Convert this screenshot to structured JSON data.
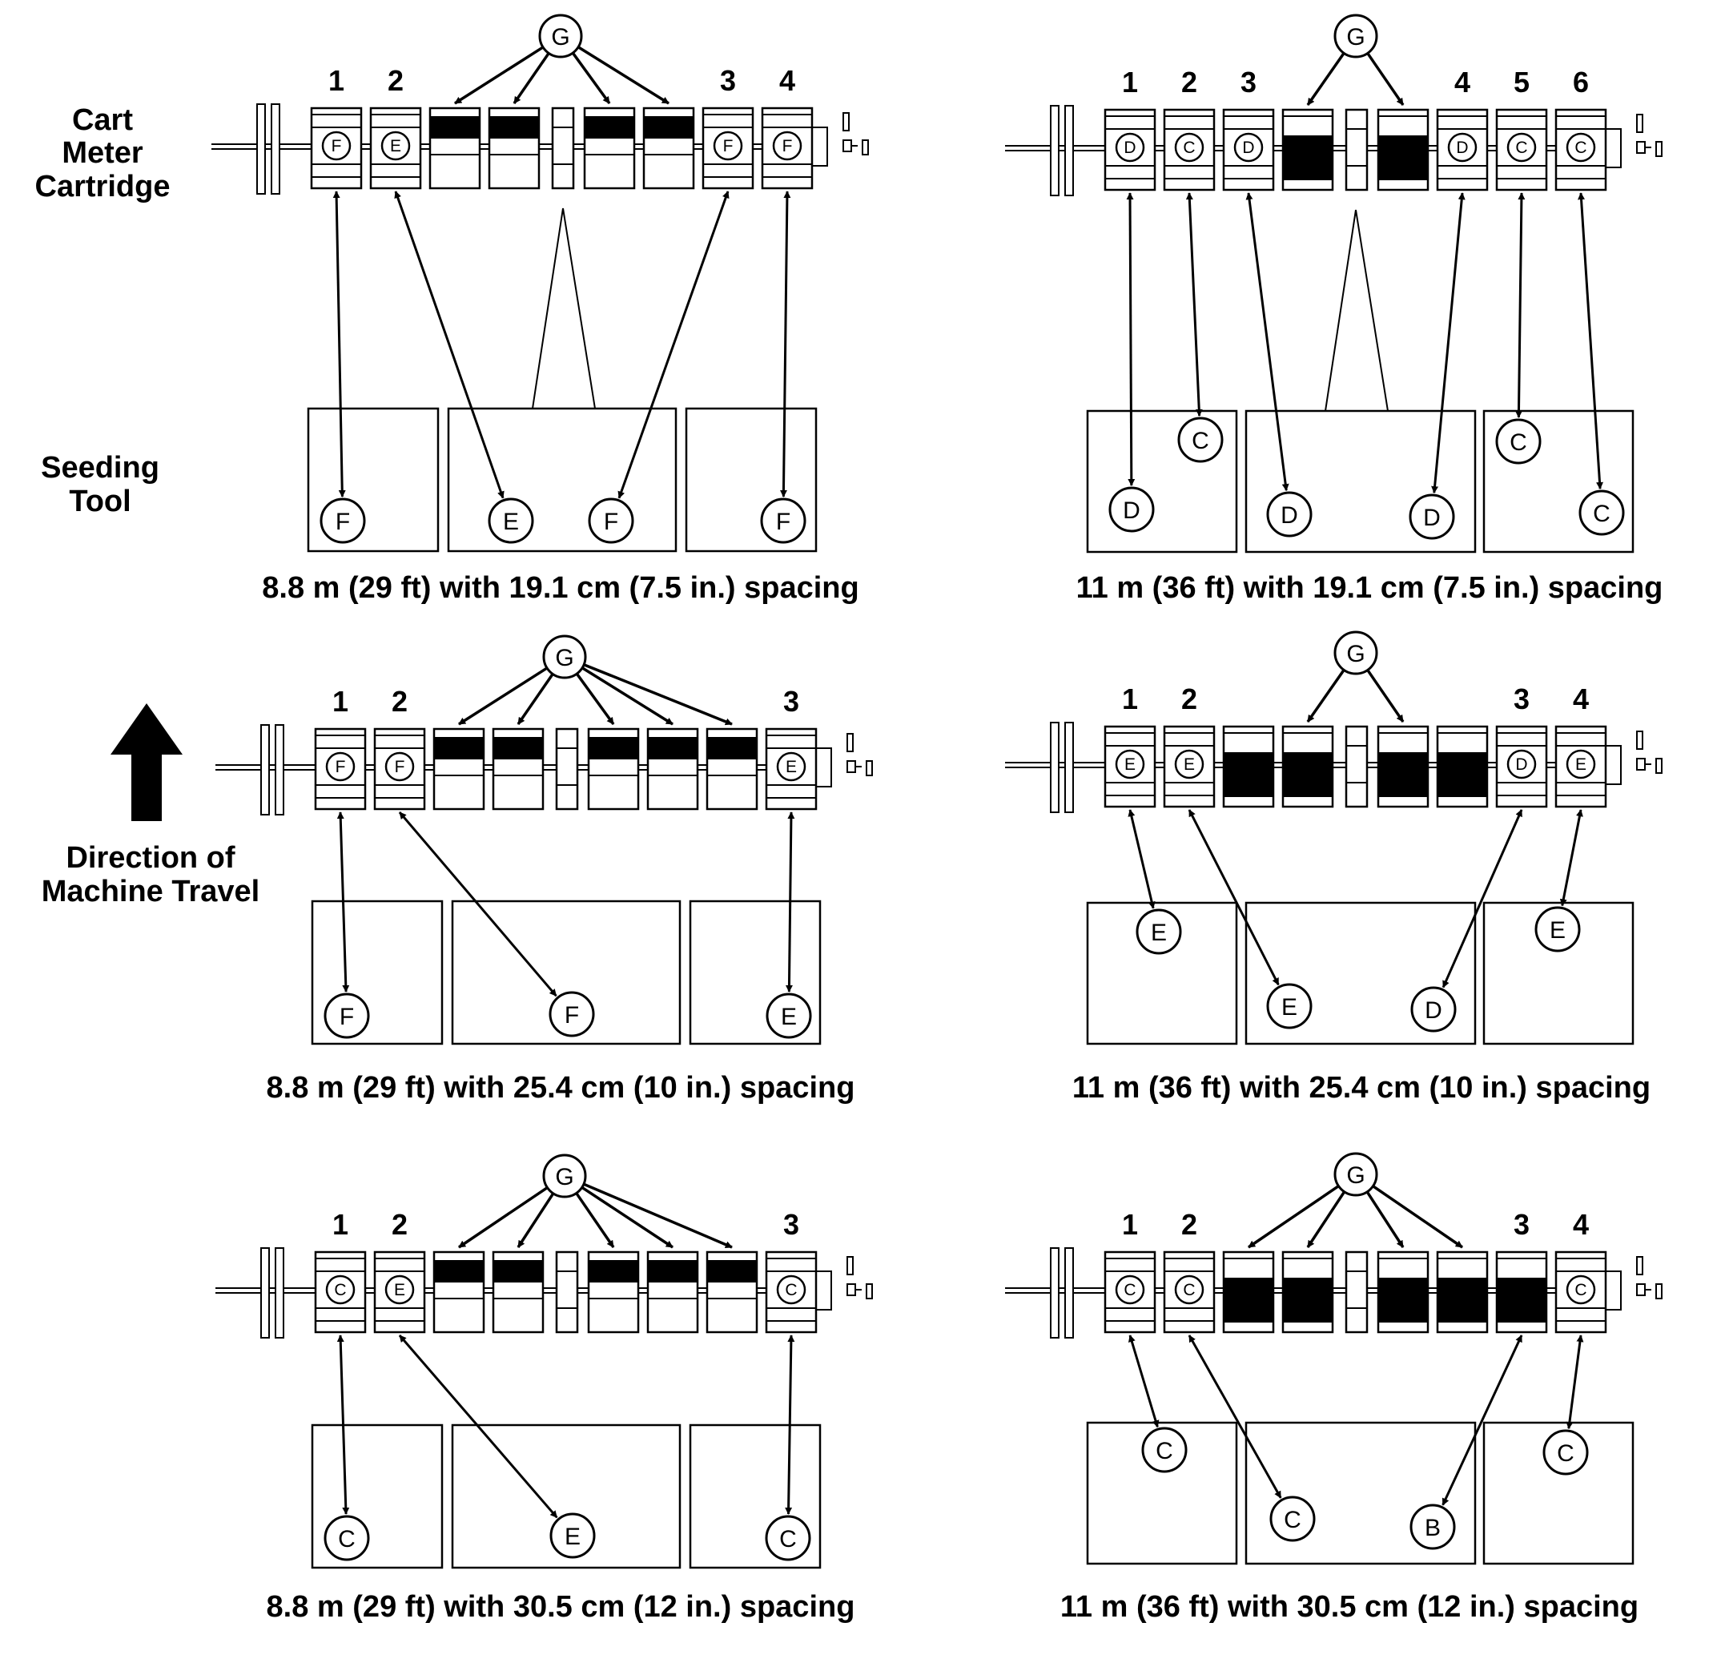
{
  "labels": {
    "cart_meter_cartridge": [
      "Cart",
      "Meter",
      "Cartridge"
    ],
    "seeding_tool": [
      "Seeding",
      "Tool"
    ],
    "direction": [
      "Direction of",
      "Machine Travel"
    ],
    "g_label": "G"
  },
  "panels": [
    {
      "id": "p-88-191",
      "caption": "8.8 m (29 ft) with 19.1 cm (7.5 in.) spacing",
      "slots": [
        "F",
        "E",
        "B",
        "B",
        "_",
        "B",
        "B",
        "F",
        "F"
      ],
      "fill": "top",
      "numbers": [
        {
          "slot": 0,
          "n": "1"
        },
        {
          "slot": 1,
          "n": "2"
        },
        {
          "slot": 7,
          "n": "3"
        },
        {
          "slot": 8,
          "n": "4"
        }
      ],
      "g_targets": [
        2,
        3,
        5,
        6
      ],
      "tool": [
        {
          "from": 0,
          "letter": "F"
        },
        {
          "from": 1,
          "letter": "E"
        },
        {
          "from": 7,
          "letter": "F"
        },
        {
          "from": 8,
          "letter": "F"
        }
      ]
    },
    {
      "id": "p-11-191",
      "caption": "11 m (36 ft) with 19.1 cm (7.5 in.) spacing",
      "slots": [
        "D",
        "C",
        "D",
        "B",
        "_",
        "B",
        "D",
        "C",
        "C"
      ],
      "fill": "mid",
      "numbers": [
        {
          "slot": 0,
          "n": "1"
        },
        {
          "slot": 1,
          "n": "2"
        },
        {
          "slot": 2,
          "n": "3"
        },
        {
          "slot": 6,
          "n": "4"
        },
        {
          "slot": 7,
          "n": "5"
        },
        {
          "slot": 8,
          "n": "6"
        }
      ],
      "g_targets": [
        3,
        5
      ],
      "tool": [
        {
          "from": 0,
          "letter": "D"
        },
        {
          "from": 1,
          "letter": "C"
        },
        {
          "from": 2,
          "letter": "D"
        },
        {
          "from": 6,
          "letter": "D"
        },
        {
          "from": 7,
          "letter": "C"
        },
        {
          "from": 8,
          "letter": "C"
        }
      ]
    },
    {
      "id": "p-88-254",
      "caption": "8.8 m (29 ft) with 25.4 cm (10 in.) spacing",
      "slots": [
        "F",
        "F",
        "B",
        "B",
        "_",
        "B",
        "B",
        "B",
        "E"
      ],
      "fill": "top",
      "numbers": [
        {
          "slot": 0,
          "n": "1"
        },
        {
          "slot": 1,
          "n": "2"
        },
        {
          "slot": 8,
          "n": "3"
        }
      ],
      "g_targets": [
        2,
        3,
        5,
        6,
        7
      ],
      "tool": [
        {
          "from": 0,
          "letter": "F"
        },
        {
          "from": 1,
          "letter": "F"
        },
        {
          "from": 8,
          "letter": "E"
        }
      ]
    },
    {
      "id": "p-11-254",
      "caption": "11 m (36 ft) with 25.4 cm (10 in.) spacing",
      "slots": [
        "E",
        "E",
        "B",
        "B",
        "_",
        "B",
        "B",
        "D",
        "E"
      ],
      "fill": "mid",
      "numbers": [
        {
          "slot": 0,
          "n": "1"
        },
        {
          "slot": 1,
          "n": "2"
        },
        {
          "slot": 7,
          "n": "3"
        },
        {
          "slot": 8,
          "n": "4"
        }
      ],
      "g_targets": [
        3,
        5
      ],
      "tool": [
        {
          "from": 0,
          "letter": "E"
        },
        {
          "from": 1,
          "letter": "E"
        },
        {
          "from": 7,
          "letter": "D"
        },
        {
          "from": 8,
          "letter": "E"
        }
      ]
    },
    {
      "id": "p-88-305",
      "caption": "8.8 m (29 ft) with 30.5 cm (12 in.) spacing",
      "slots": [
        "C",
        "E",
        "B",
        "B",
        "_",
        "B",
        "B",
        "B",
        "C"
      ],
      "fill": "top",
      "numbers": [
        {
          "slot": 0,
          "n": "1"
        },
        {
          "slot": 1,
          "n": "2"
        },
        {
          "slot": 8,
          "n": "3"
        }
      ],
      "g_targets": [
        2,
        3,
        5,
        6,
        7
      ],
      "tool": [
        {
          "from": 0,
          "letter": "C"
        },
        {
          "from": 1,
          "letter": "E"
        },
        {
          "from": 8,
          "letter": "C"
        }
      ]
    },
    {
      "id": "p-11-305",
      "caption": "11 m (36 ft) with 30.5 cm (12 in.) spacing",
      "slots": [
        "C",
        "C",
        "B",
        "B",
        "_",
        "B",
        "B",
        "B",
        "C"
      ],
      "fill": "mid",
      "numbers": [
        {
          "slot": 0,
          "n": "1"
        },
        {
          "slot": 1,
          "n": "2"
        },
        {
          "slot": 7,
          "n": "3"
        },
        {
          "slot": 8,
          "n": "4"
        }
      ],
      "g_targets": [
        2,
        3,
        5,
        6
      ],
      "tool": [
        {
          "from": 0,
          "letter": "C"
        },
        {
          "from": 1,
          "letter": "C"
        },
        {
          "from": 7,
          "letter": "B"
        },
        {
          "from": 8,
          "letter": "C"
        }
      ]
    }
  ]
}
